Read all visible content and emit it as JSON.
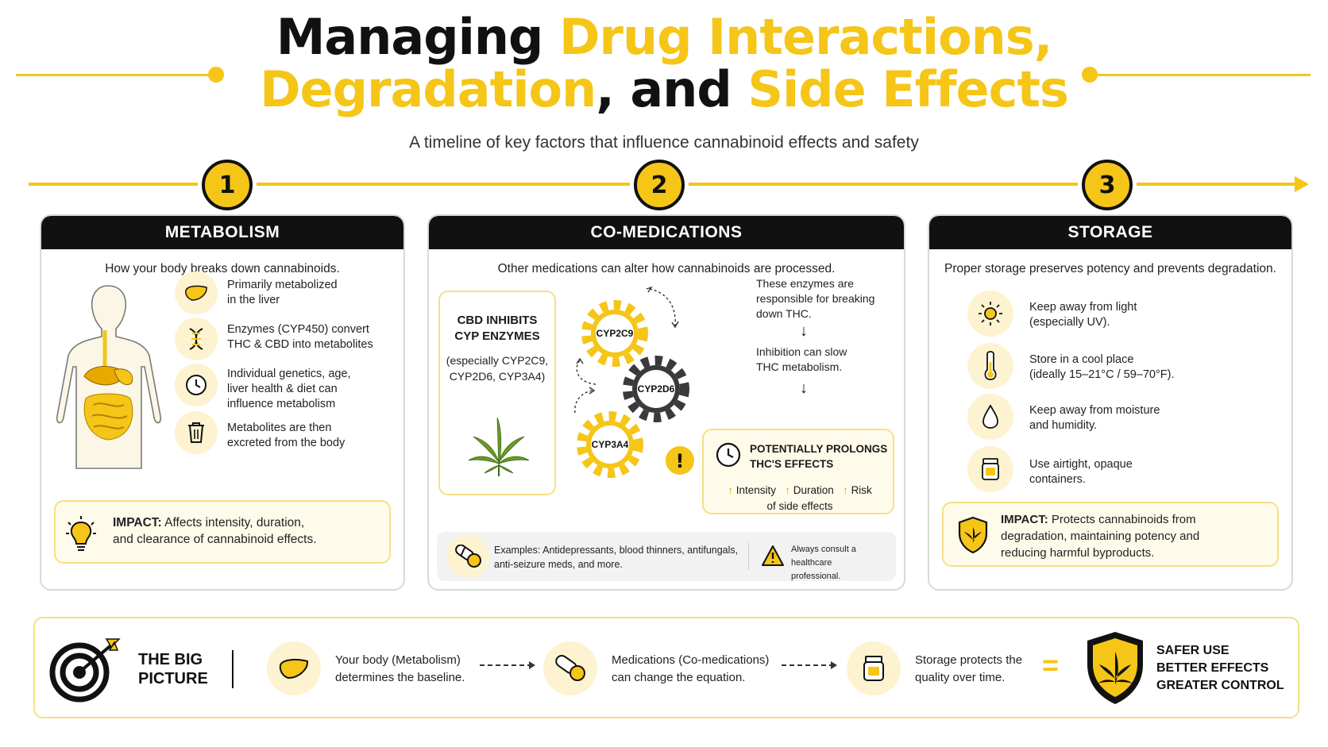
{
  "header": {
    "title_parts": [
      {
        "text": "Managing ",
        "highlight": false
      },
      {
        "text": "Drug Interactions,",
        "highlight": true
      },
      {
        "text": "Degradation",
        "highlight": true
      },
      {
        "text": ", and ",
        "highlight": false
      },
      {
        "text": "Side Effects",
        "highlight": true
      }
    ],
    "subtitle": "A timeline of key factors that influence cannabinoid effects and safety"
  },
  "colors": {
    "accent": "#f5c518",
    "dark": "#111111",
    "soft": "#fdf3d0",
    "impact_bg": "#fffbea"
  },
  "steps": [
    "1",
    "2",
    "3"
  ],
  "metabolism": {
    "heading": "METABOLISM",
    "description": "How your body breaks down cannabinoids.",
    "items": [
      {
        "icon": "liver-icon",
        "line1": "Primarily metabolized",
        "line2": "in the liver"
      },
      {
        "icon": "dna-icon",
        "line1": "Enzymes (CYP450) convert",
        "line2": "THC & CBD into metabolites"
      },
      {
        "icon": "clock-icon",
        "line1": "Individual genetics, age,",
        "line2": "liver health & diet can",
        "line3": "influence metabolism"
      },
      {
        "icon": "trash-icon",
        "line1": "Metabolites are then",
        "line2": "excreted from the body"
      }
    ],
    "impact_label": "IMPACT:",
    "impact_line1": " Affects intensity, duration,",
    "impact_line2": "and clearance of cannabinoid effects."
  },
  "comedications": {
    "heading": "CO-MEDICATIONS",
    "description": "Other medications can alter how cannabinoids are processed.",
    "cbd_title_1": "CBD INHIBITS",
    "cbd_title_2": "CYP ENZYMES",
    "cbd_sub_1": "(especially CYP2C9,",
    "cbd_sub_2": "CYP2D6, CYP3A4)",
    "gears": [
      "CYP2C9",
      "CYP2D6",
      "CYP3A4"
    ],
    "alert_symbol": "!",
    "enzyme_text_1": "These enzymes are",
    "enzyme_text_2": "responsible for breaking",
    "enzyme_text_3": "down THC.",
    "inhibition_text_1": "Inhibition can slow",
    "inhibition_text_2": "THC metabolism.",
    "prolong_title_1": "POTENTIALLY PROLONGS",
    "prolong_title_2": "THC'S EFFECTS",
    "prolong_effects": [
      "Intensity",
      "Duration",
      "Risk"
    ],
    "prolong_suffix": "of side effects",
    "up_arrow": "↑",
    "examples_line1": "Examples: Antidepressants, blood thinners, antifungals,",
    "examples_line2": "anti-seizure meds, and more.",
    "warning_line1": "Always consult a healthcare",
    "warning_line2": "professional."
  },
  "storage": {
    "heading": "STORAGE",
    "description": "Proper storage preserves potency and prevents degradation.",
    "items": [
      {
        "icon": "sun-icon",
        "line1": "Keep away from light",
        "line2": "(especially UV)."
      },
      {
        "icon": "thermometer-icon",
        "line1": "Store in a cool place",
        "line2": "(ideally 15–21°C / 59–70°F)."
      },
      {
        "icon": "droplet-icon",
        "line1": "Keep away from moisture",
        "line2": "and humidity."
      },
      {
        "icon": "jar-icon",
        "line1": "Use airtight, opaque",
        "line2": "containers."
      }
    ],
    "impact_label": "IMPACT:",
    "impact_line1": " Protects cannabinoids from",
    "impact_line2": "degradation, maintaining potency and",
    "impact_line3": "reducing harmful byproducts."
  },
  "big_picture": {
    "title_1": "THE BIG",
    "title_2": "PICTURE",
    "steps": [
      {
        "icon": "liver-icon",
        "line1": "Your body (Metabolism)",
        "line2": "determines the baseline."
      },
      {
        "icon": "pills-icon",
        "line1": "Medications (Co-medications)",
        "line2": "can change the equation."
      },
      {
        "icon": "jar-icon",
        "line1": "Storage protects the",
        "line2": "quality over time."
      }
    ],
    "equals": "=",
    "results": [
      "SAFER USE",
      "BETTER EFFECTS",
      "GREATER CONTROL"
    ]
  }
}
